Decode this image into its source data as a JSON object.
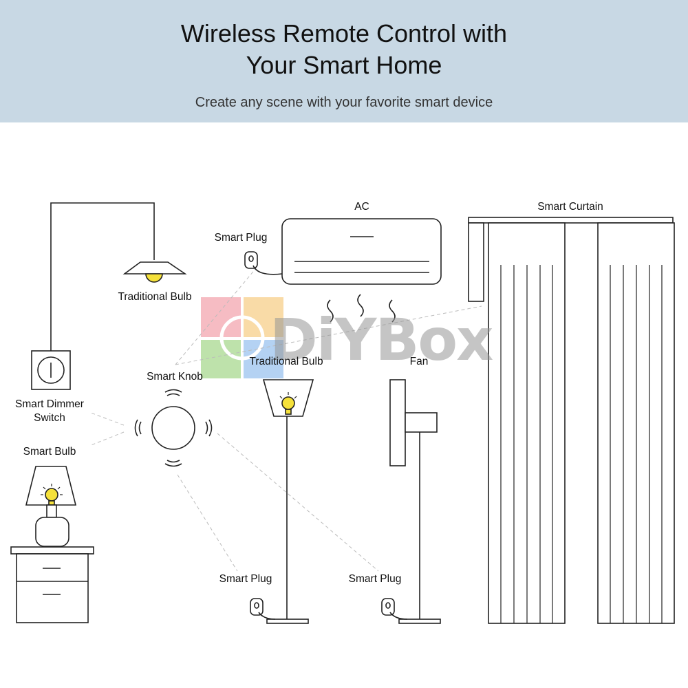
{
  "header": {
    "title_line1": "Wireless Remote Control with",
    "title_line2": "Your Smart Home",
    "subtitle": "Create any scene with your favorite smart device"
  },
  "labels": {
    "ac": "AC",
    "smart_curtain": "Smart Curtain",
    "smart_plug_ac": "Smart Plug",
    "traditional_bulb_pendant": "Traditional Bulb",
    "traditional_bulb_floor": "Traditional Bulb",
    "fan": "Fan",
    "smart_knob": "Smart Knob",
    "smart_dimmer_switch_line1": "Smart Dimmer",
    "smart_dimmer_switch_line2": "Switch",
    "smart_bulb": "Smart Bulb",
    "smart_plug_floor_lamp": "Smart Plug",
    "smart_plug_fan": "Smart Plug"
  },
  "watermark": {
    "text": "DiYBox",
    "colors": [
      "#f4a6b0",
      "#f8d08a",
      "#a9d98f",
      "#9cc4ef"
    ]
  },
  "colors": {
    "header_bg": "#c8d8e4",
    "bulb_yellow": "#f5e13a",
    "line": "#222222",
    "dashed": "#bbbbbb"
  }
}
